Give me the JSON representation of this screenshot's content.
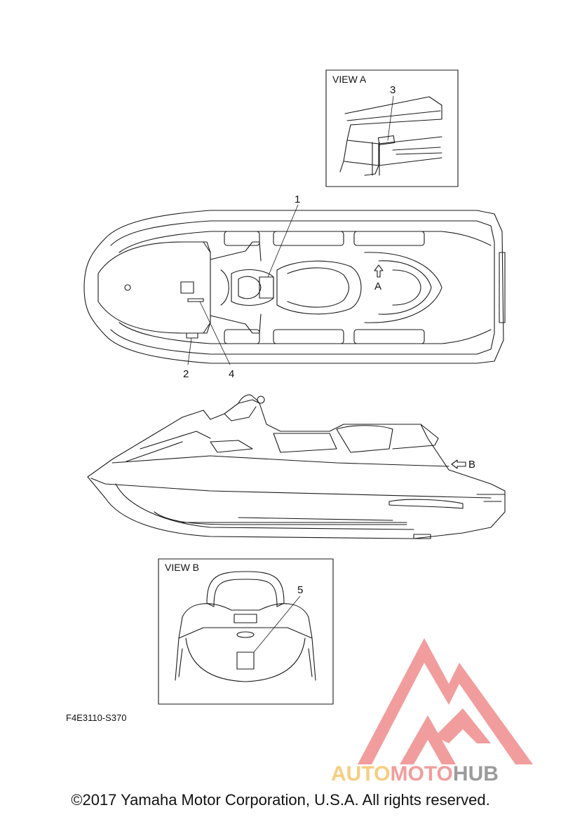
{
  "view_a": {
    "title": "VIEW A",
    "callout": "3"
  },
  "view_b": {
    "title": "VIEW B",
    "callout": "5"
  },
  "top_view": {
    "callouts": [
      "1",
      "2",
      "4"
    ],
    "arrow_label": "A"
  },
  "side_view": {
    "arrow_label": "B"
  },
  "drawing_code": "F4E3110-S370",
  "watermark": {
    "part1": "AUTO",
    "part2": "MOTO",
    "part3": "HUB",
    "color_primary": "#f08c8c",
    "color_secondary": "#f5c56a",
    "color_hub": "#8a8a8a"
  },
  "copyright": "©2017 Yamaha Motor Corporation, U.S.A. All rights reserved."
}
